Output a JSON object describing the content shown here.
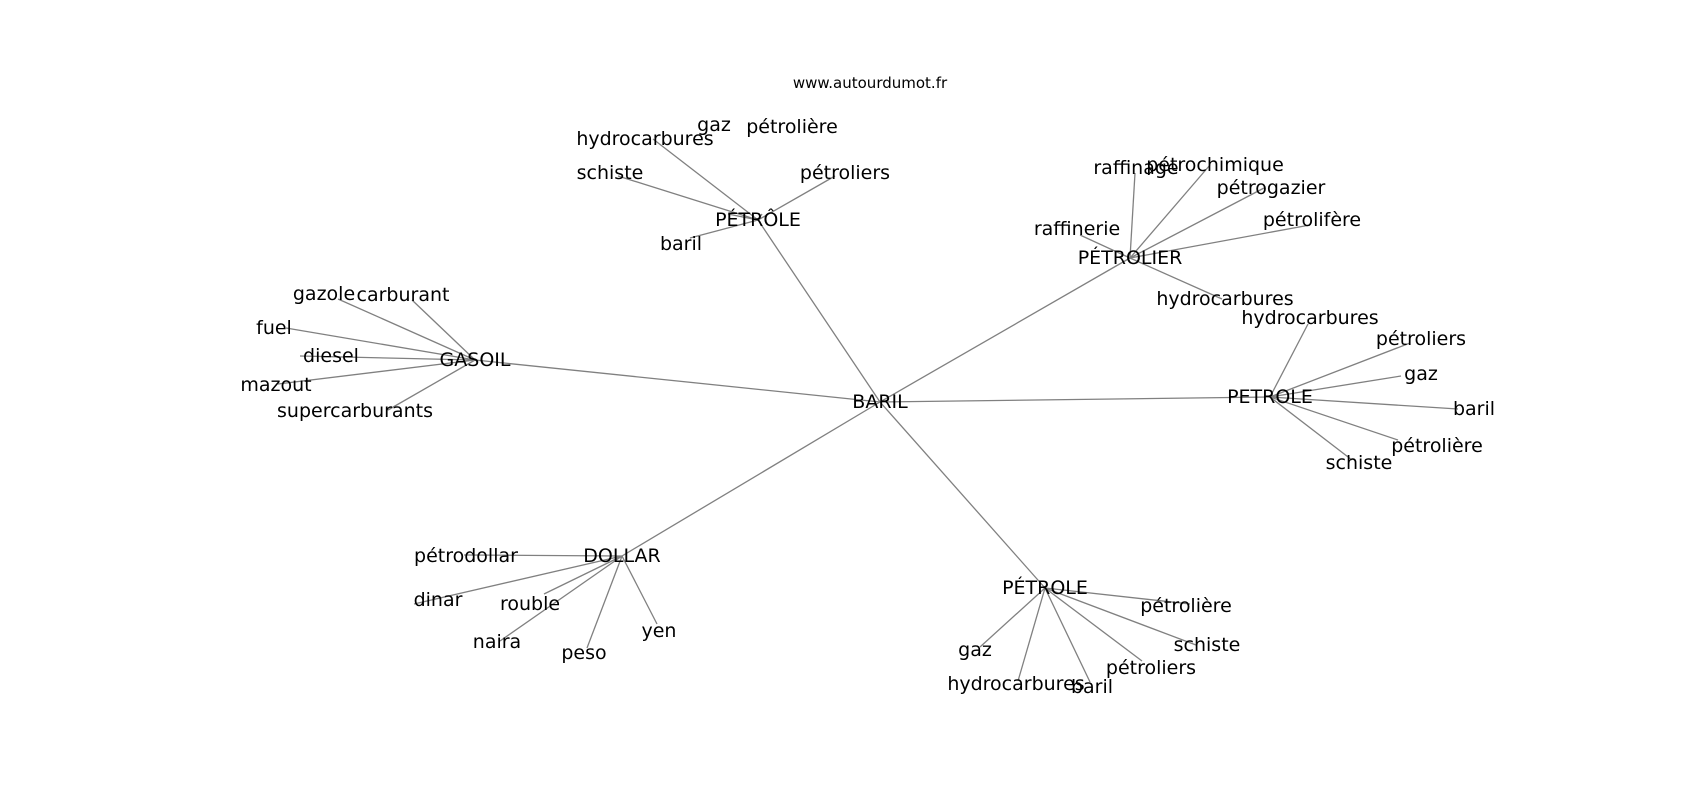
{
  "watermark": "www.autourdumot.fr",
  "graph": {
    "center": {
      "label": "BARIL"
    },
    "groups": [
      {
        "label": "PÉTRÔLE",
        "leaves": [
          "gaz",
          "pétrolière",
          "hydrocarbures",
          "schiste",
          "pétroliers",
          "baril"
        ]
      },
      {
        "label": "PÉTROLIER",
        "leaves": [
          "raffinage",
          "pétrochimique",
          "pétrogazier",
          "raffinerie",
          "pétrolifère",
          "hydrocarbures"
        ]
      },
      {
        "label": "GASOIL",
        "leaves": [
          "gazole",
          "carburant",
          "fuel",
          "diesel",
          "mazout",
          "supercarburants"
        ]
      },
      {
        "label": "PETROLE",
        "leaves": [
          "hydrocarbures",
          "pétroliers",
          "gaz",
          "baril",
          "pétrolière",
          "schiste"
        ]
      },
      {
        "label": "DOLLAR",
        "leaves": [
          "pétrodollar",
          "dinar",
          "rouble",
          "naira",
          "peso",
          "yen"
        ]
      },
      {
        "label": "PÉTROLE",
        "leaves": [
          "pétrolière",
          "schiste",
          "pétroliers",
          "gaz",
          "hydrocarbures",
          "baril"
        ]
      }
    ]
  }
}
